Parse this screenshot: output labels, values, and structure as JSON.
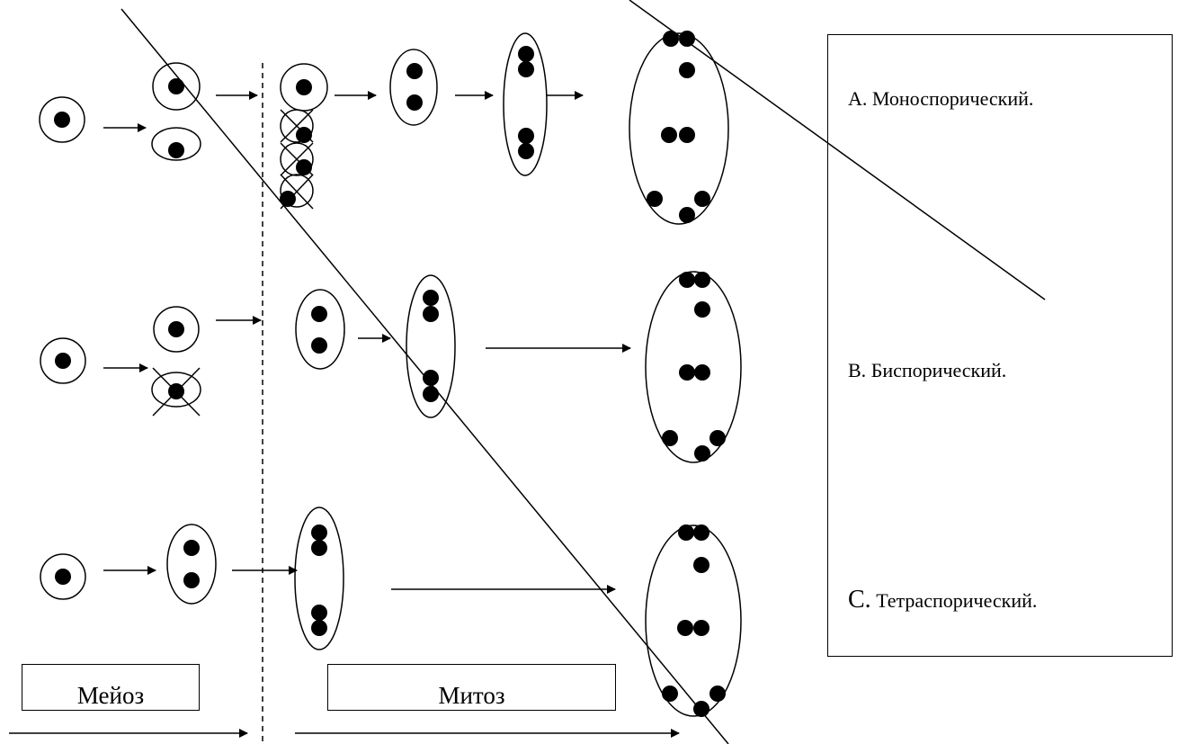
{
  "labels": {
    "a": {
      "letter": "A.",
      "text": " Моноспорический."
    },
    "b": {
      "letter": "B.",
      "text": " Биспорический."
    },
    "c": {
      "letter": "С.",
      "text": " Тетраспорический."
    }
  },
  "phases": {
    "meiosis": "Мейоз",
    "mitosis": "Митоз"
  }
}
